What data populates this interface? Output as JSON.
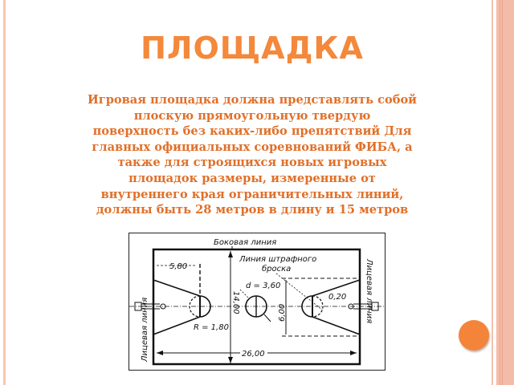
{
  "slide": {
    "title": "ПЛОЩАДКА",
    "body_lines": [
      "Игровая площадка должна представлять собой",
      "плоскую прямоугольную твердую",
      "поверхность без каких-либо препятствий Для",
      "главных официальных соревнований ФИБА, а",
      "также для строящихся новых игровых",
      "площадок размеры, измеренные от",
      "внутреннего края ограничительных линий,",
      "должны быть 28 метров в длину и 15 метров"
    ],
    "colors": {
      "title": "#f4883b",
      "body": "#e0702a",
      "accent_border": "#f3bca8",
      "circle": "#f4843a"
    }
  },
  "diagram": {
    "labels": {
      "side_line": "Боковая линия",
      "free_throw_line": "Линия штрафного броска",
      "end_line_left": "Лицевая линия",
      "end_line_right": "Лицевая линия",
      "dim_580": "5,80",
      "dim_1400": "14,00",
      "dim_d": "d = 3,60",
      "dim_r": "R = 1,80",
      "dim_600": "6,00",
      "dim_020": "0,20",
      "dim_2600": "26,00"
    }
  }
}
